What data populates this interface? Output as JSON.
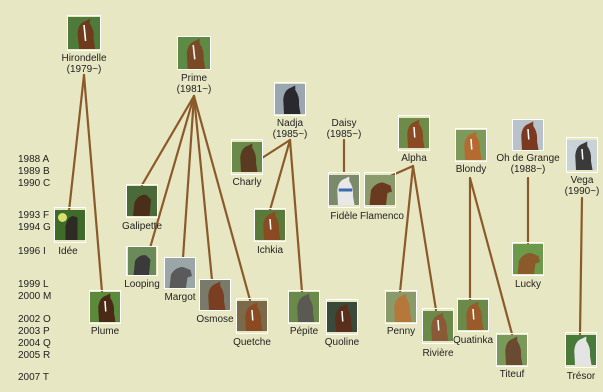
{
  "years": [
    "1988 A",
    "1989 B",
    "1990 C",
    "1993 F",
    "1994 G",
    "1996 I",
    "1999 L",
    "2000 M",
    "2002 O",
    "2003 P",
    "2004 Q",
    "2005 R",
    "2007 T"
  ],
  "horses": {
    "hirondelle": {
      "name": "Hirondelle",
      "years": "(1979~)"
    },
    "prime": {
      "name": "Prime",
      "years": "(1981~)"
    },
    "nadja": {
      "name": "Nadja",
      "years": "(1985~)"
    },
    "daisy": {
      "name": "Daisy",
      "years": "(1985~)"
    },
    "alpha": {
      "name": "Alpha"
    },
    "blondy": {
      "name": "Blondy"
    },
    "ohdegrange": {
      "name": "Oh de Grange",
      "years": "(1988~)"
    },
    "vega": {
      "name": "Vega",
      "years": "(1990~)"
    },
    "charly": {
      "name": "Charly"
    },
    "fidele": {
      "name": "Fidèle"
    },
    "flamenco": {
      "name": "Flamenco"
    },
    "galipette": {
      "name": "Galipette"
    },
    "idee": {
      "name": "Idée"
    },
    "ichkia": {
      "name": "Ichkia"
    },
    "looping": {
      "name": "Looping"
    },
    "margot": {
      "name": "Margot"
    },
    "osmose": {
      "name": "Osmose"
    },
    "lucky": {
      "name": "Lucky"
    },
    "plume": {
      "name": "Plume"
    },
    "quetche": {
      "name": "Quetche"
    },
    "pepite": {
      "name": "Pépite"
    },
    "quoline": {
      "name": "Quoline"
    },
    "penny": {
      "name": "Penny"
    },
    "riviere": {
      "name": "Rivière"
    },
    "quatinka": {
      "name": "Quatinka"
    },
    "titeuf": {
      "name": "Titeuf"
    },
    "tresor": {
      "name": "Trésor"
    }
  },
  "colors": {
    "background": "#e8e7c4",
    "line": "#8b5a2b",
    "text": "#222222"
  }
}
